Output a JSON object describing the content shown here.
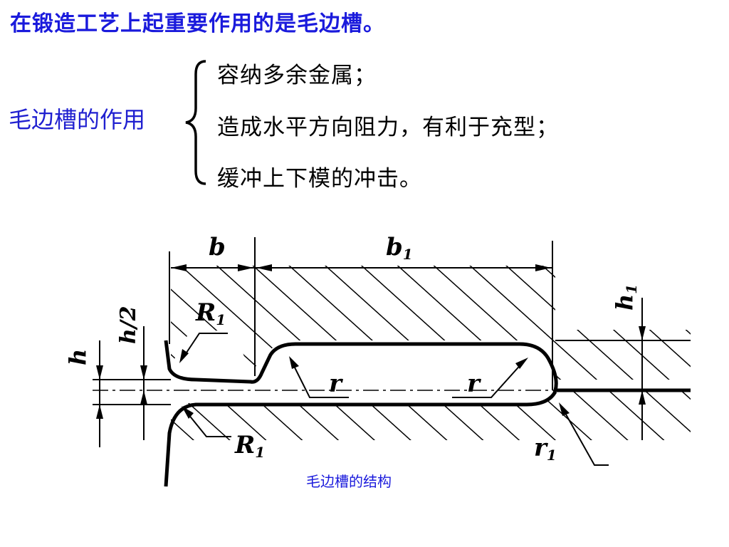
{
  "headline": "在锻造工艺上起重要作用的是毛边槽。",
  "role_label": "毛边槽的作用",
  "roles": [
    "容纳多余金属；",
    "造成水平方向阻力，有利于充型；",
    "缓冲上下模的冲击。"
  ],
  "diagram": {
    "labels": {
      "b": "b",
      "b1": "b",
      "b1_sub": "1",
      "h": "h",
      "h_half": "h/2",
      "h1": "h",
      "h1_sub": "1",
      "R1_top": "R",
      "R1_top_sub": "1",
      "R1_bottom": "R",
      "R1_bottom_sub": "1",
      "r_left": "r",
      "r_right": "r",
      "r1": "r",
      "r1_sub": "1"
    }
  },
  "caption": "毛边槽的结构"
}
